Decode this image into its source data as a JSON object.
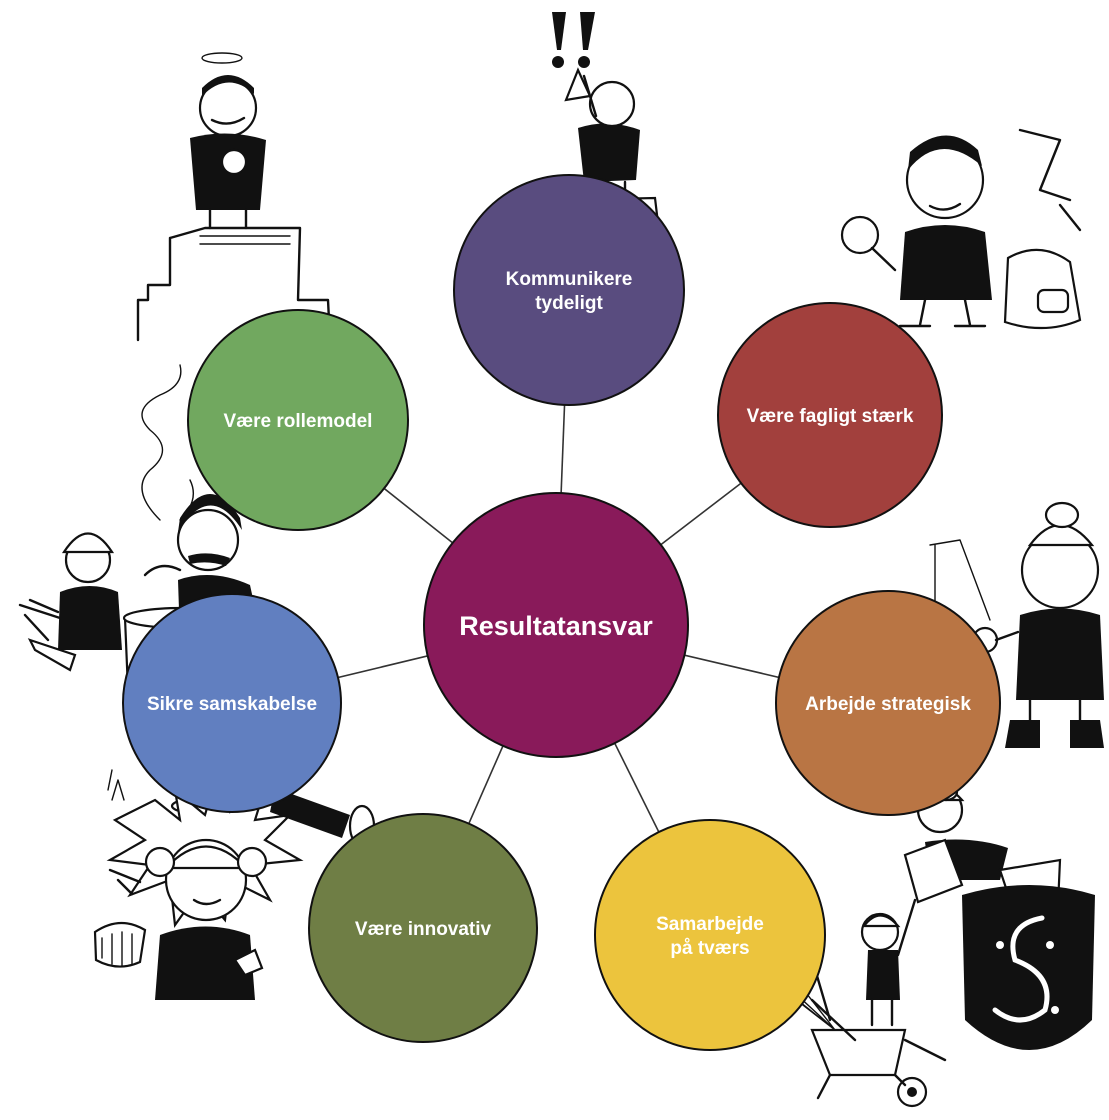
{
  "center": {
    "label": "Resultatansvar",
    "color": "#891a5a"
  },
  "nodes": [
    {
      "id": "kommunikere",
      "lines": [
        "Kommunikere",
        "tydeligt"
      ],
      "color": "#594c7f"
    },
    {
      "id": "fagligt",
      "lines": [
        "Være fagligt stærk"
      ],
      "color": "#a2403d"
    },
    {
      "id": "strategisk",
      "lines": [
        "Arbejde strategisk"
      ],
      "color": "#b97544"
    },
    {
      "id": "samarbejde",
      "lines": [
        "Samarbejde",
        "på tværs"
      ],
      "color": "#ecc43d"
    },
    {
      "id": "innovativ",
      "lines": [
        "Være innovativ"
      ],
      "color": "#6f7e45"
    },
    {
      "id": "samskabelse",
      "lines": [
        "Sikre samskabelse"
      ],
      "color": "#617fc0"
    },
    {
      "id": "rollemodel",
      "lines": [
        "Være rollemodel"
      ],
      "color": "#71a85f"
    }
  ],
  "illustrations": [
    {
      "icon": "exclamation-marks-icon"
    },
    {
      "icon": "speaker-on-box-icon"
    },
    {
      "icon": "person-with-halo-on-podium-icon"
    },
    {
      "icon": "person-with-magnifier-and-backpack-icon"
    },
    {
      "icon": "person-hanging-star-icon"
    },
    {
      "icon": "chefs-cooking-pot-icon"
    },
    {
      "icon": "person-with-ideas-icon"
    },
    {
      "icon": "people-lifting-box-and-wheelbarrow-icon"
    },
    {
      "icon": "shield-emblem-icon"
    }
  ]
}
